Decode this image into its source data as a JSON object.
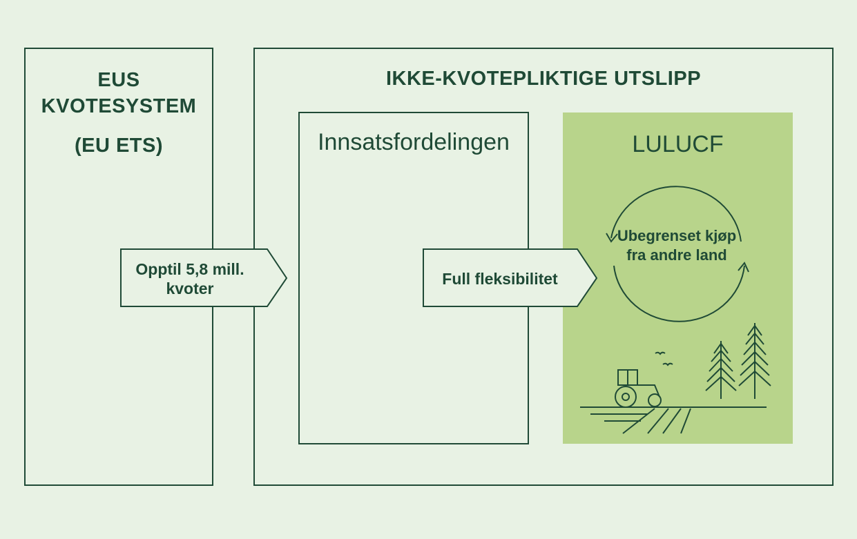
{
  "eu_ets": {
    "title": "EUS KVOTESYSTEM",
    "subtitle": "(EU ETS)"
  },
  "non_quota": {
    "title": "IKKE-KVOTEPLIKTIGE UTSLIPP"
  },
  "esr": {
    "title": "Innsatsfordelingen"
  },
  "lulucf": {
    "title": "LULUCF",
    "cycle_text": "Ubegrenset kjøp fra andre land"
  },
  "arrows": {
    "ets_to_esr": "Opptil 5,8 mill. kvoter",
    "esr_to_lulucf": "Full fleksibilitet"
  },
  "colors": {
    "background": "#e8f2e4",
    "line": "#1f4a36",
    "lulucf_fill": "#b8d48b"
  },
  "icons": [
    "cycle-arrows-icon",
    "tractor-icon",
    "birds-icon",
    "spruce-tree-icon",
    "field-icon"
  ]
}
